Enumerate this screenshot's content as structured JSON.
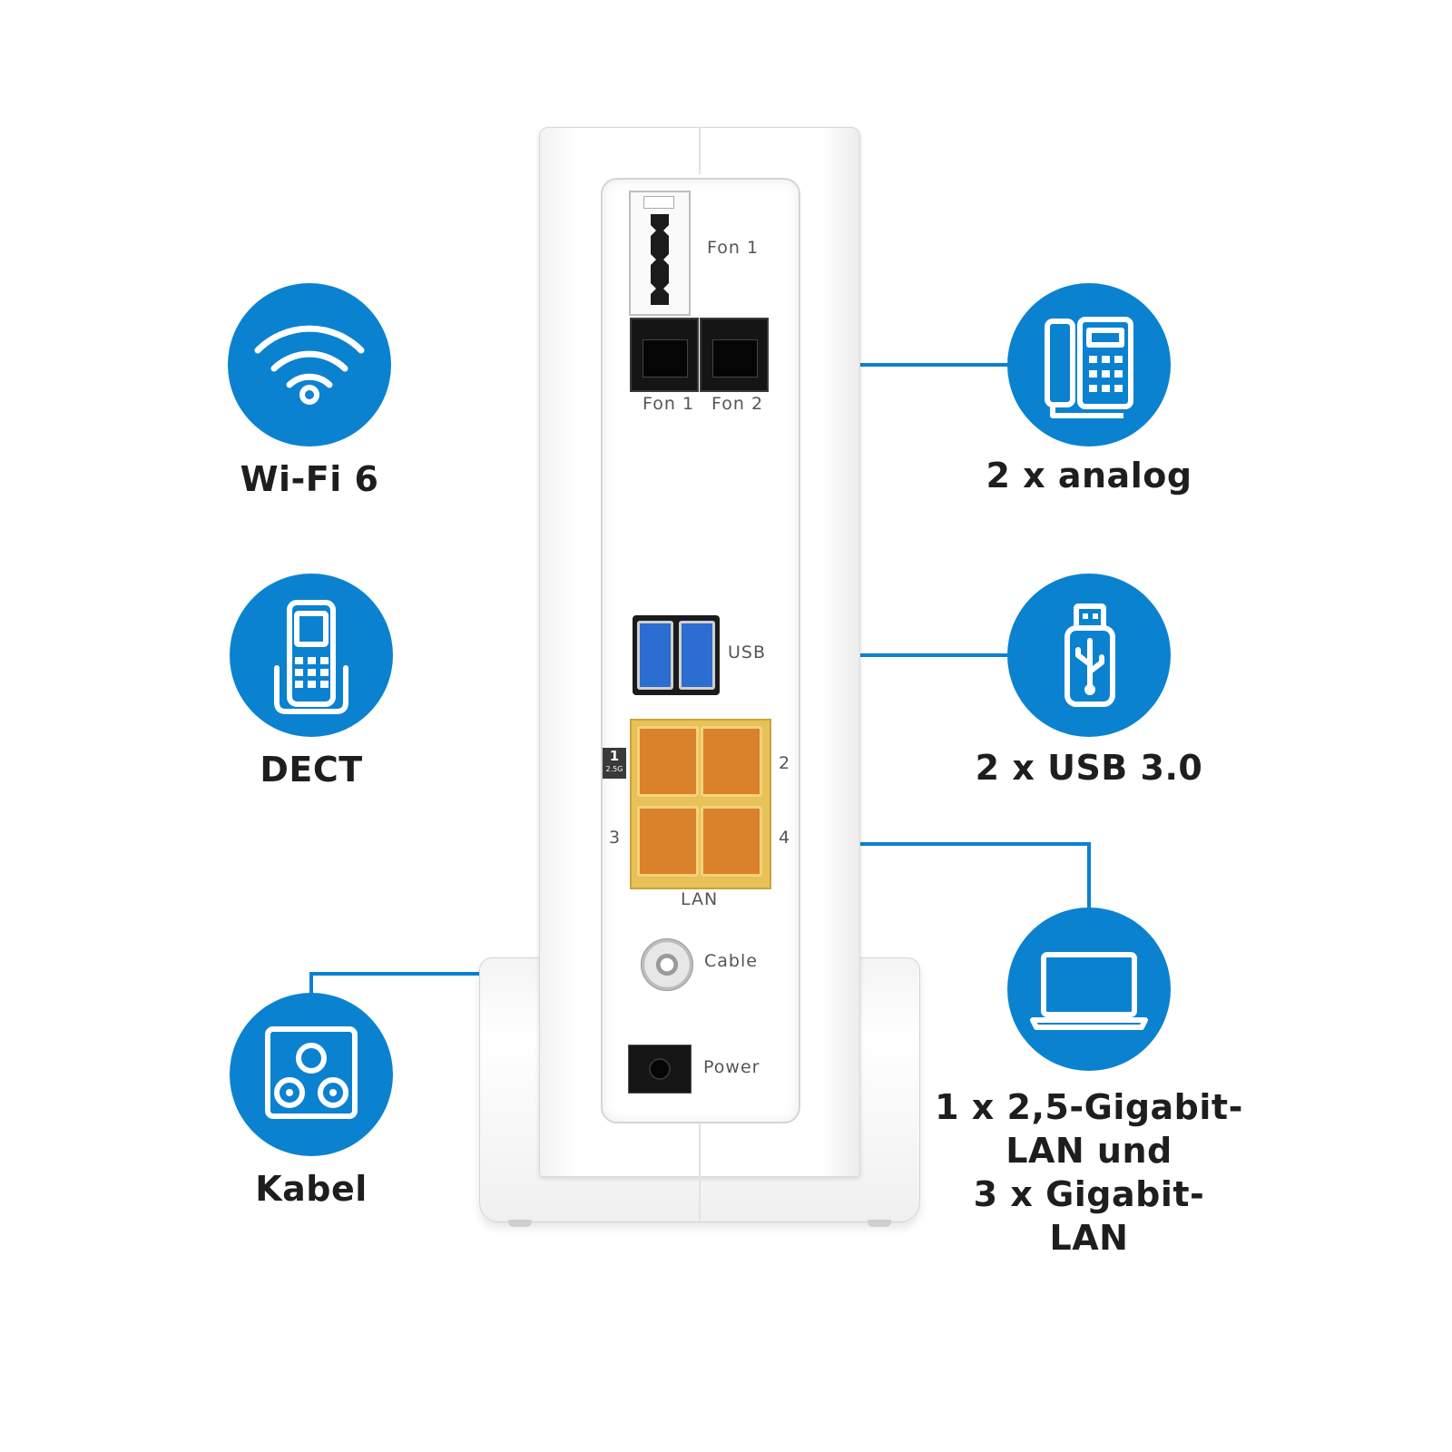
{
  "features": {
    "wifi": {
      "label": "Wi-Fi 6",
      "icon": "wifi-icon"
    },
    "dect": {
      "label": "DECT",
      "icon": "dect-handset-icon"
    },
    "kabel": {
      "label": "Kabel",
      "icon": "coax-socket-icon"
    },
    "analog": {
      "label": "2 x analog",
      "icon": "desk-phone-icon"
    },
    "usb": {
      "label": "2 x USB 3.0",
      "icon": "usb-stick-icon"
    },
    "lan": {
      "line1": "1 x 2,5-Gigabit-",
      "line2": "LAN und",
      "line3": "3 x Gigabit-LAN",
      "icon": "laptop-icon"
    }
  },
  "router": {
    "tae_label": "Fon 1",
    "rj11_left": "Fon 1",
    "rj11_right": "Fon 2",
    "usb_label": "USB",
    "lan_label": "LAN",
    "lan_port_1": "1",
    "lan_port_1_speed": "2.5G",
    "lan_port_2": "2",
    "lan_port_3": "3",
    "lan_port_4": "4",
    "cable_label": "Cable",
    "power_label": "Power"
  },
  "colors": {
    "accent": "#0a82d0",
    "lan_port": "#d9822b",
    "usb_port": "#2b6dd0"
  }
}
